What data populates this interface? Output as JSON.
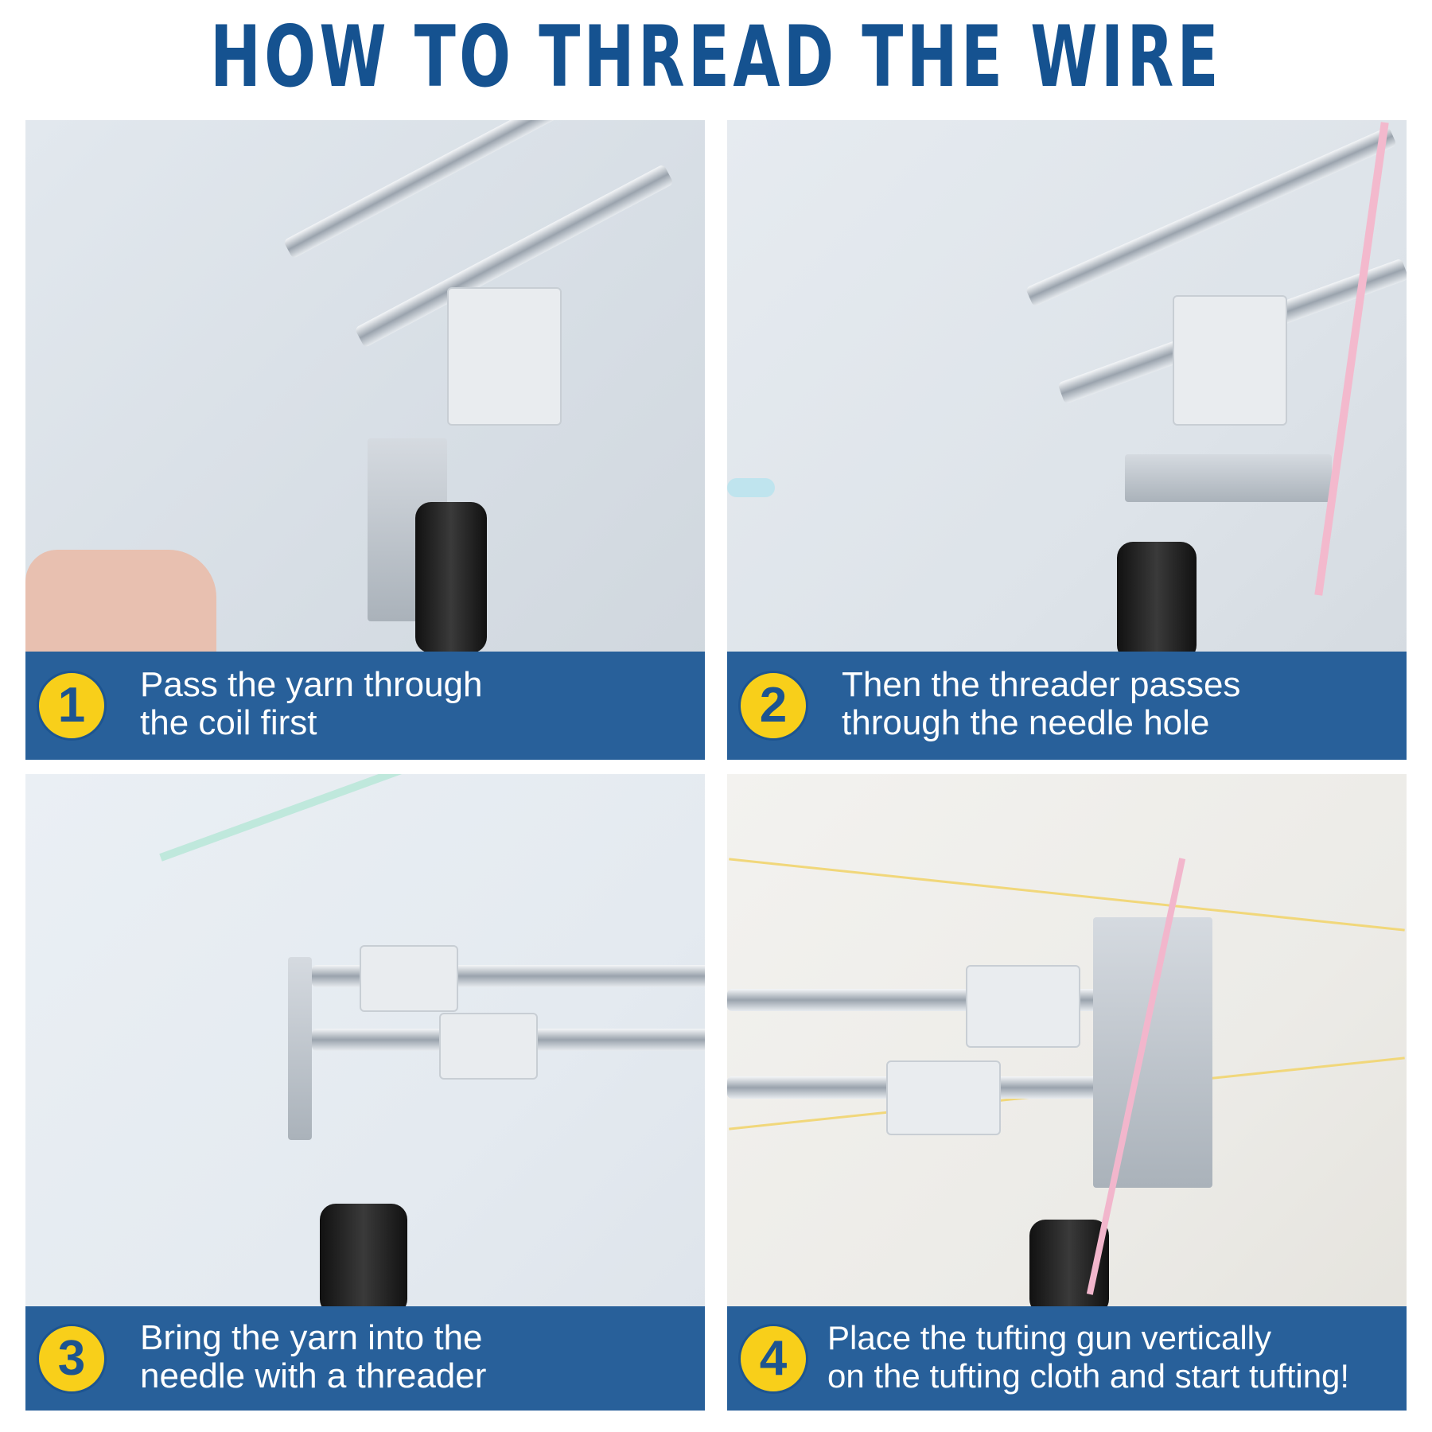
{
  "title": "HOW TO THREAD THE WIRE",
  "colors": {
    "title": "#155290",
    "caption_band": "#28609a",
    "badge_fill": "#f8cf1a",
    "badge_text": "#1d5490",
    "caption_text": "#ffffff"
  },
  "steps": [
    {
      "number": "1",
      "caption_line1": "Pass the yarn through",
      "caption_line2": "the coil first",
      "image": "tufting-gun-threading-coil-photo"
    },
    {
      "number": "2",
      "caption_line1": "Then the threader passes",
      "caption_line2": "through the needle hole",
      "image": "tufting-gun-threader-needle-photo"
    },
    {
      "number": "3",
      "caption_line1": "Bring the yarn into the",
      "caption_line2": "needle with a threader",
      "image": "tufting-gun-yarn-threader-photo"
    },
    {
      "number": "4",
      "caption_line1": "Place the tufting gun vertically",
      "caption_line2": "on the tufting cloth and start tufting!",
      "image": "tufting-gun-on-cloth-photo"
    }
  ]
}
